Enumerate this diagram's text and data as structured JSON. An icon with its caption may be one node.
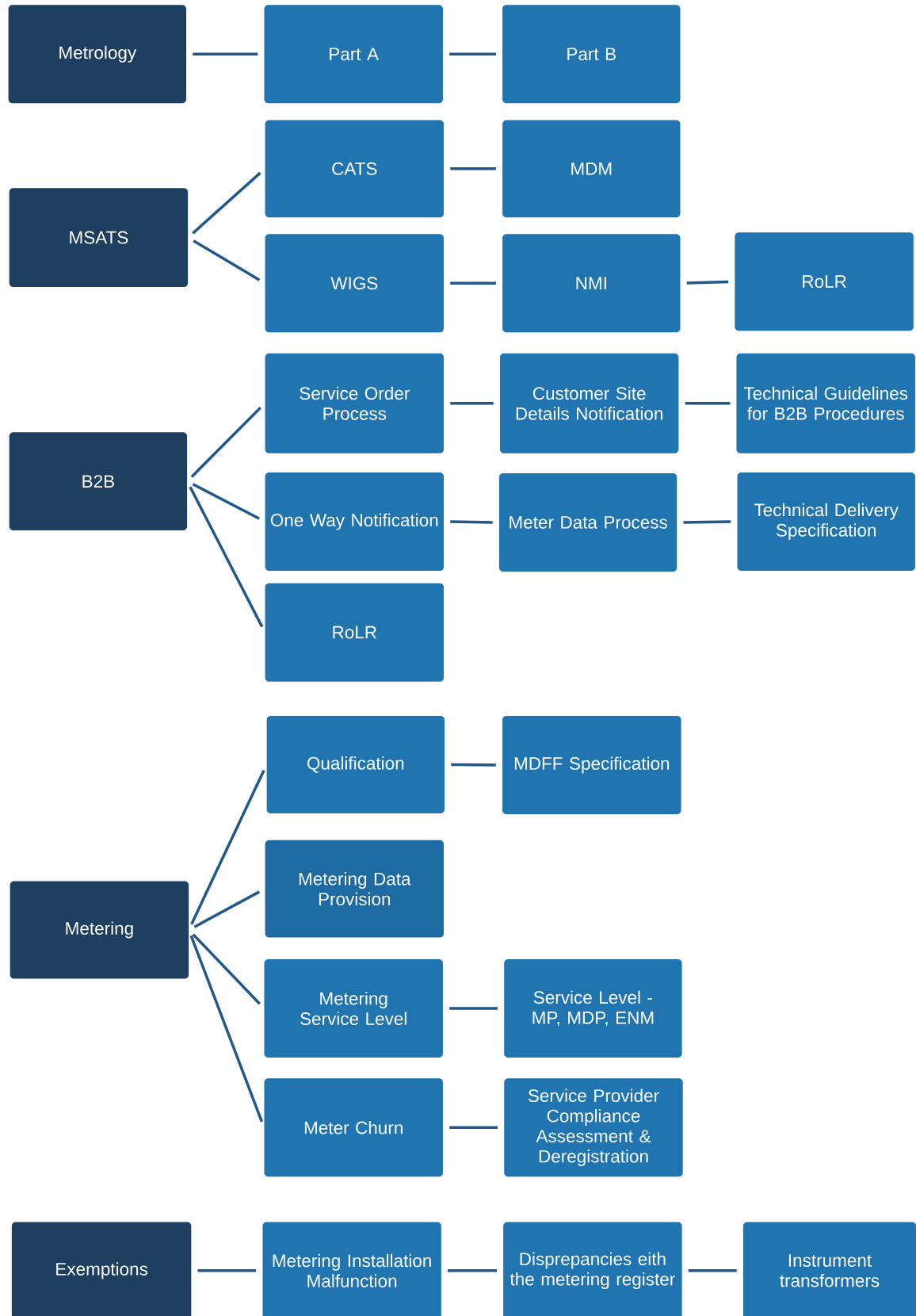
{
  "diagram": {
    "nodes": [
      {
        "text": [
          "Metrology"
        ]
      },
      {
        "text": [
          "Part A"
        ]
      },
      {
        "text": [
          "Part B"
        ]
      },
      {
        "text": [
          "MSATS"
        ]
      },
      {
        "text": [
          "CATS"
        ]
      },
      {
        "text": [
          "MDM"
        ]
      },
      {
        "text": [
          "WIGS"
        ]
      },
      {
        "text": [
          "NMI"
        ]
      },
      {
        "text": [
          "RoLR"
        ]
      },
      {
        "text": [
          "B2B"
        ]
      },
      {
        "text": [
          "Service Order Process"
        ]
      },
      {
        "text": [
          "Customer Site Details Notification"
        ]
      },
      {
        "text": [
          "Technical Guidelines for B2B Procedures"
        ]
      },
      {
        "text": [
          "One Way Notification"
        ]
      },
      {
        "text": [
          "Meter Data Process"
        ]
      },
      {
        "text": [
          "Technical Delivery Specification"
        ]
      },
      {
        "text": [
          "RoLR"
        ]
      },
      {
        "text": [
          "Metering"
        ]
      },
      {
        "text": [
          "Qualification"
        ]
      },
      {
        "text": [
          "MDFF Specification"
        ]
      },
      {
        "text": [
          "Metering Data Provision"
        ]
      },
      {
        "text": [
          "Metering Service Level"
        ]
      },
      {
        "text": [
          "Service Level - MP, MDP, ENM"
        ]
      },
      {
        "text": [
          "Meter Churn"
        ]
      },
      {
        "text": [
          "Service Provider Compliance Assessment & Deregistration"
        ]
      },
      {
        "text": [
          "Exemptions"
        ]
      },
      {
        "text": [
          "Metering Installation Malfunction"
        ]
      },
      {
        "text": [
          "Disprepancies eith the metering register"
        ]
      },
      {
        "text": [
          "Instrument transformers"
        ]
      }
    ],
    "edges": [
      {
        "from": 0,
        "to": 1,
        "arrow": "none"
      },
      {
        "from": 1,
        "to": 2,
        "arrow": "none"
      },
      {
        "from": 3,
        "to": 4,
        "arrow": "none"
      },
      {
        "from": 3,
        "to": 6,
        "arrow": "none"
      },
      {
        "from": 4,
        "to": 5,
        "arrow": "none"
      },
      {
        "from": 6,
        "to": 7,
        "arrow": "none"
      },
      {
        "from": 7,
        "to": 8,
        "arrow": "none"
      },
      {
        "from": 9,
        "to": 10,
        "arrow": "none"
      },
      {
        "from": 9,
        "to": 13,
        "arrow": "none"
      },
      {
        "from": 9,
        "to": 16,
        "arrow": "none"
      },
      {
        "from": 10,
        "to": 11,
        "arrow": "none"
      },
      {
        "from": 11,
        "to": 12,
        "arrow": "none"
      },
      {
        "from": 13,
        "to": 14,
        "arrow": "none"
      },
      {
        "from": 14,
        "to": 15,
        "arrow": "none"
      },
      {
        "from": 17,
        "to": 18,
        "arrow": "none"
      },
      {
        "from": 17,
        "to": 20,
        "arrow": "none"
      },
      {
        "from": 17,
        "to": 21,
        "arrow": "none"
      },
      {
        "from": 17,
        "to": 23,
        "arrow": "none"
      },
      {
        "from": 18,
        "to": 19,
        "arrow": "none"
      },
      {
        "from": 21,
        "to": 22,
        "arrow": "none"
      },
      {
        "from": 23,
        "to": 24,
        "arrow": "none"
      },
      {
        "from": 25,
        "to": 26,
        "arrow": "none"
      },
      {
        "from": 26,
        "to": 27,
        "arrow": "none"
      },
      {
        "from": 27,
        "to": 28,
        "arrow": "none"
      }
    ]
  }
}
